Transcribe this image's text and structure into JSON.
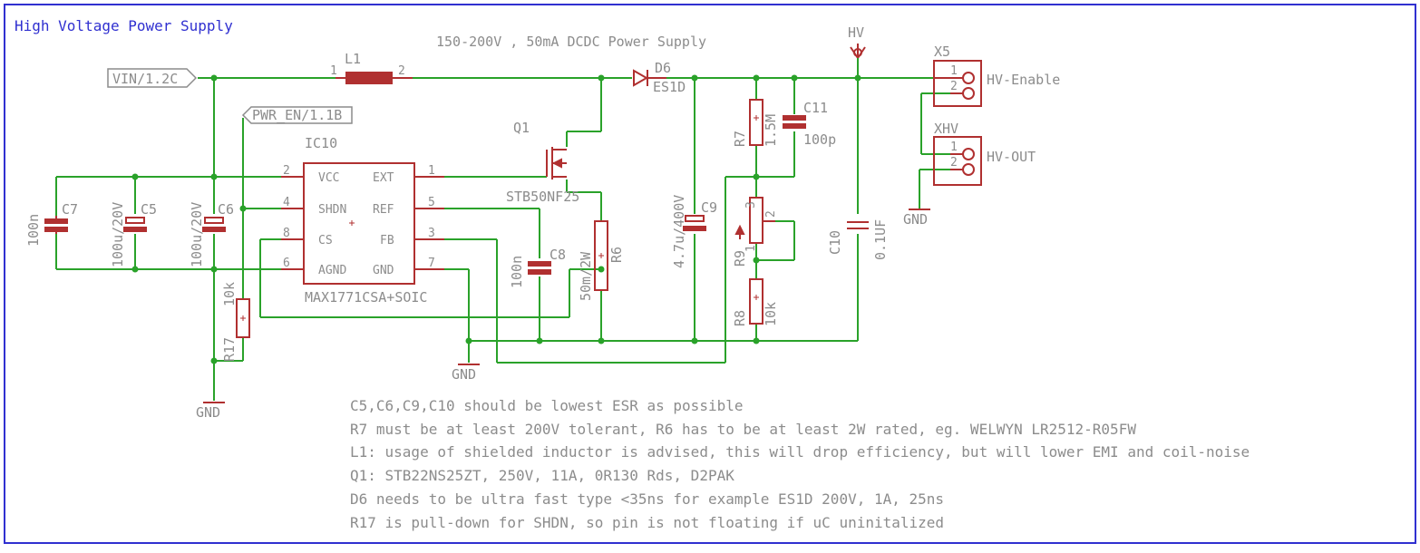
{
  "sheet": {
    "title": "High Voltage Power Supply",
    "subtitle": "150-200V , 50mA DCDC Power Supply"
  },
  "nets": {
    "vin": "VIN/1.2C",
    "pwr_en": "PWR_EN/1.1B",
    "hv": "HV",
    "gnd": "GND"
  },
  "ic": {
    "ref": "IC10",
    "value": "MAX1771CSA+SOIC",
    "pins": {
      "vcc": {
        "name": "VCC",
        "num": "2"
      },
      "shdn": {
        "name": "SHDN",
        "num": "4"
      },
      "cs": {
        "name": "CS",
        "num": "8"
      },
      "agnd": {
        "name": "AGND",
        "num": "6"
      },
      "ext": {
        "name": "EXT",
        "num": "1"
      },
      "ref": {
        "name": "REF",
        "num": "5"
      },
      "fb": {
        "name": "FB",
        "num": "3"
      },
      "gnd": {
        "name": "GND",
        "num": "7"
      }
    }
  },
  "components": {
    "l1": {
      "ref": "L1",
      "pin1": "1",
      "pin2": "2"
    },
    "d6": {
      "ref": "D6",
      "value": "ES1D"
    },
    "q1": {
      "ref": "Q1",
      "value": "STB50NF25"
    },
    "c7": {
      "ref": "C7",
      "value": "100n"
    },
    "c5": {
      "ref": "C5",
      "value": "100u/20V"
    },
    "c6": {
      "ref": "C6",
      "value": "100u/20V"
    },
    "c8": {
      "ref": "C8",
      "value": "100n"
    },
    "c9": {
      "ref": "C9",
      "value": "4.7u/400V"
    },
    "c11": {
      "ref": "C11",
      "value": "100p"
    },
    "c10": {
      "ref": "C10",
      "value": "0.1UF"
    },
    "r6": {
      "ref": "R6",
      "value": "50m/2W"
    },
    "r7": {
      "ref": "R7",
      "value": "1.5M"
    },
    "r8": {
      "ref": "R8",
      "value": "10k"
    },
    "r9": {
      "ref": "R9",
      "pin1": "1",
      "pin2": "2",
      "pin3": "3"
    },
    "r17": {
      "ref": "R17",
      "value": "10k"
    },
    "x5": {
      "ref": "X5",
      "label": "HV-Enable",
      "pin1": "1",
      "pin2": "2"
    },
    "xhv": {
      "ref": "XHV",
      "label": "HV-OUT",
      "pin1": "1",
      "pin2": "2"
    }
  },
  "notes": [
    "C5,C6,C9,C10 should be lowest ESR as possible",
    "R7 must be at least 200V tolerant, R6 has to be at least 2W rated, eg. WELWYN LR2512-R05FW",
    "L1: usage of shielded inductor is advised, this will drop efficiency, but will lower EMI and coil-noise",
    "Q1: STB22NS25ZT, 250V, 11A, 0R130 Rds, D2PAK",
    "D6 needs to be ultra fast type <35ns for example ES1D 200V, 1A, 25ns",
    "R17 is pull-down for SHDN, so pin is not floating if uC uninitalized"
  ],
  "colors": {
    "wire": "#2aa22a",
    "part": "#b03030",
    "frame": "#3030d0",
    "text": "#8c8c8c"
  }
}
